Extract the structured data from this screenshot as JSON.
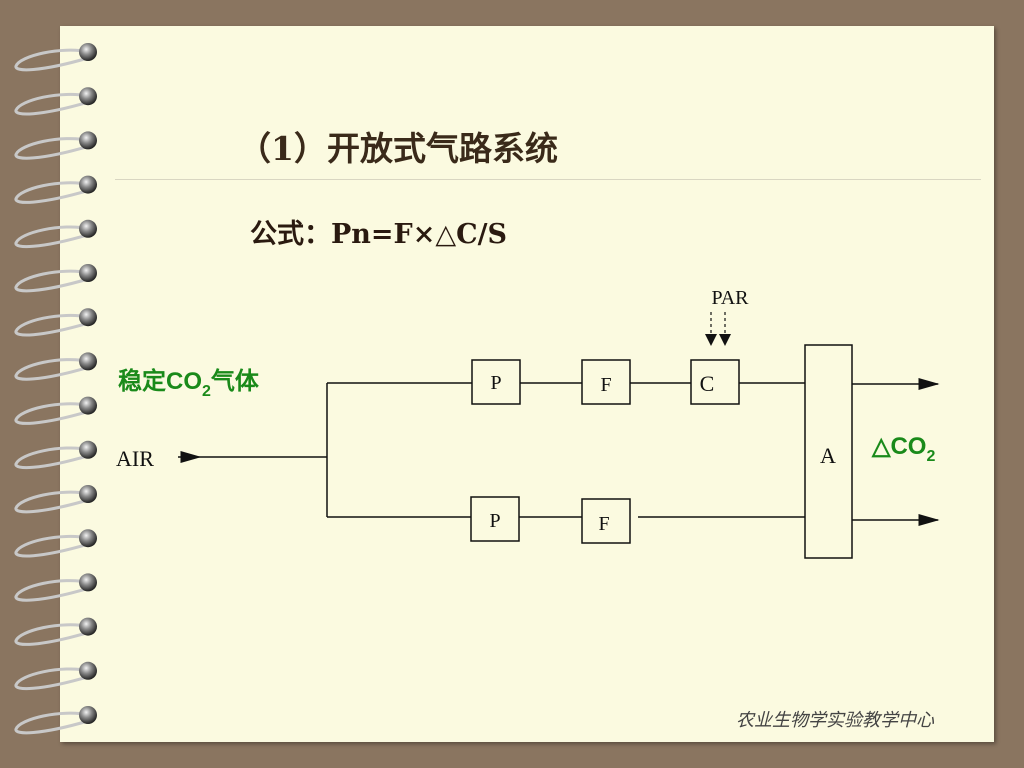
{
  "title": "（1）开放式气路系统",
  "formula": "公式：Pn=F×△C/S",
  "footer": "农业生物学实验教学中心",
  "colors": {
    "paper": "#fbfae0",
    "background": "#8a7560",
    "green_label": "#1a8a1a"
  },
  "diagram": {
    "gas_label_prefix": "稳定CO",
    "gas_label_sub": "2",
    "gas_label_suffix": "气体",
    "air": "AIR",
    "par": "PAR",
    "top_p": "P",
    "top_f": "F",
    "chamber": "C",
    "bottom_p": "P",
    "bottom_f": "F",
    "analyzer": "A",
    "delta_prefix": "△CO",
    "delta_sub": "2"
  }
}
